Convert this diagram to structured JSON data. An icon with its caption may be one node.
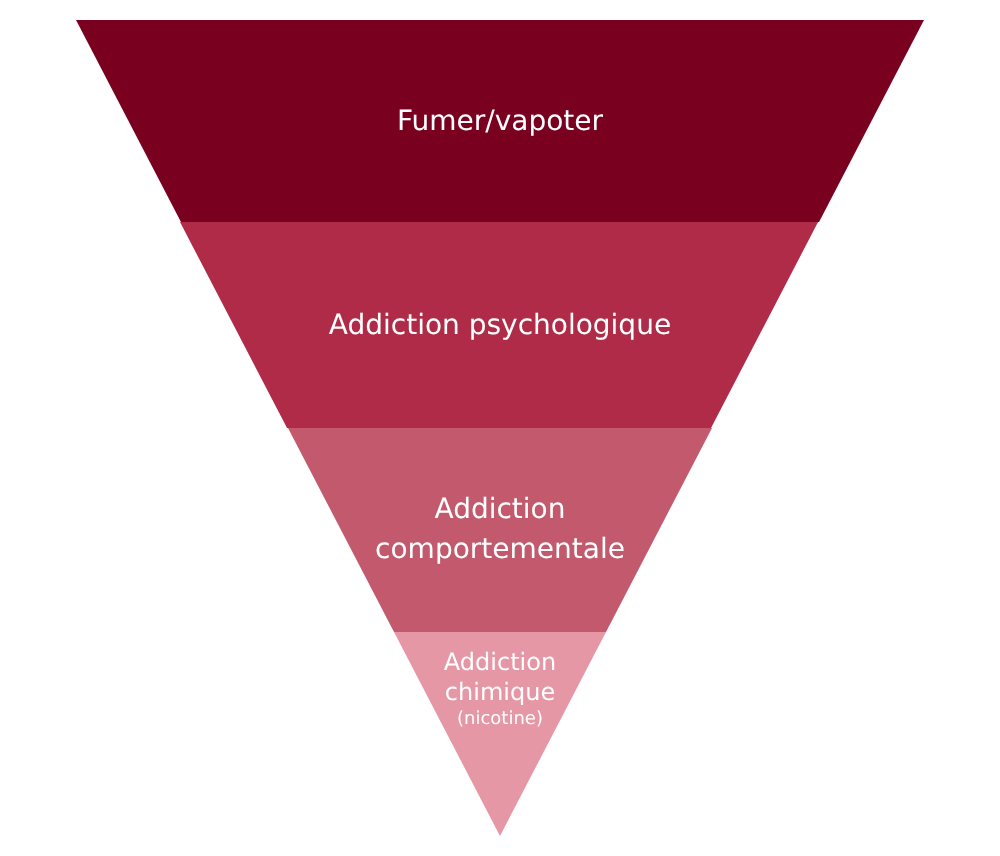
{
  "diagram": {
    "nodes": [
      {
        "text": [
          "Fumer/vapoter"
        ]
      },
      {
        "text": [
          "Addiction psychologique"
        ]
      },
      {
        "text": [
          "Addiction comportementale"
        ]
      },
      {
        "text": [
          "Addiction chimique",
          "(nicotine)"
        ]
      }
    ]
  }
}
